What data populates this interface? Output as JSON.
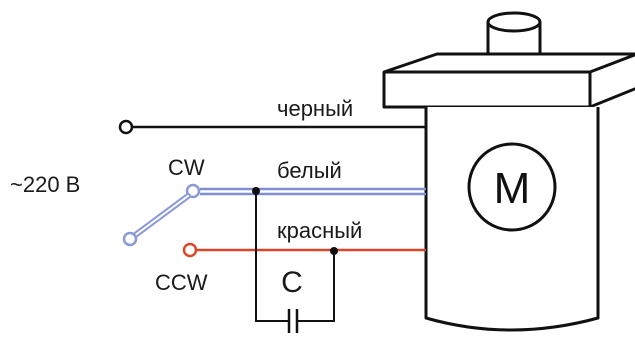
{
  "diagram": {
    "supply_label": "~220 В",
    "switch_cw_label": "CW",
    "switch_ccw_label": "CCW",
    "wire_black_label": "черный",
    "wire_white_label": "белый",
    "wire_red_label": "красный",
    "capacitor_label": "C",
    "motor_label": "M"
  },
  "colors": {
    "black_wire": "#111111",
    "white_wire": "#7f8fcf",
    "red_wire": "#d9472a",
    "switch": "#8a9ad8"
  }
}
